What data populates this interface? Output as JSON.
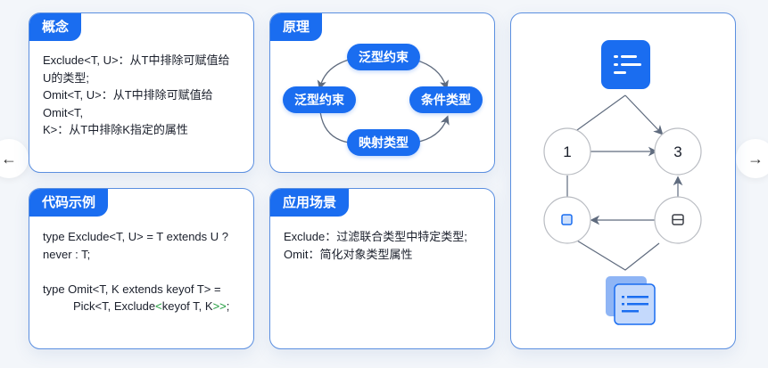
{
  "cards": {
    "concept": {
      "title": "概念",
      "lines": [
        "Exclude<T, U>：从T中排除可赋值给",
        "U的类型;",
        "Omit<T, U>：从T中排除可赋值给",
        "Omit<T,",
        "K>：从T中排除K指定的属性"
      ]
    },
    "code": {
      "title": "代码示例",
      "line1": "type Exclude<T, U> = T extends U ?",
      "line2": "never : T;",
      "line3": "type Omit<T, K extends keyof T> =",
      "line4_prefix": "Pick<T, Exclude",
      "line4_green1": "<",
      "line4_middle": "keyof T, K",
      "line4_green2": ">>",
      "line4_suffix": ";"
    },
    "principle": {
      "title": "原理",
      "nodes": {
        "top": "泛型约束",
        "left": "泛型约束",
        "right": "条件类型",
        "bottom": "映射类型"
      }
    },
    "scenario": {
      "title": "应用场景",
      "lines": [
        "Exclude：过滤联合类型中特定类型;",
        "Omit：简化对象类型属性"
      ]
    },
    "diagram": {
      "top_icon": "list-icon",
      "node_1": "1",
      "node_3": "3",
      "node_left_icon": "square-icon",
      "node_right_icon": "split-box-icon",
      "bottom_icon": "stacked-list-icon"
    }
  },
  "navigation": {
    "prev_icon": "arrow-left-icon",
    "next_icon": "arrow-right-icon",
    "prev_glyph": "←",
    "next_glyph": "→"
  },
  "colors": {
    "accent": "#1a6df0",
    "border": "#5b8fe0",
    "code_green": "#1c9a3a",
    "arrow": "#5f6b7e"
  }
}
